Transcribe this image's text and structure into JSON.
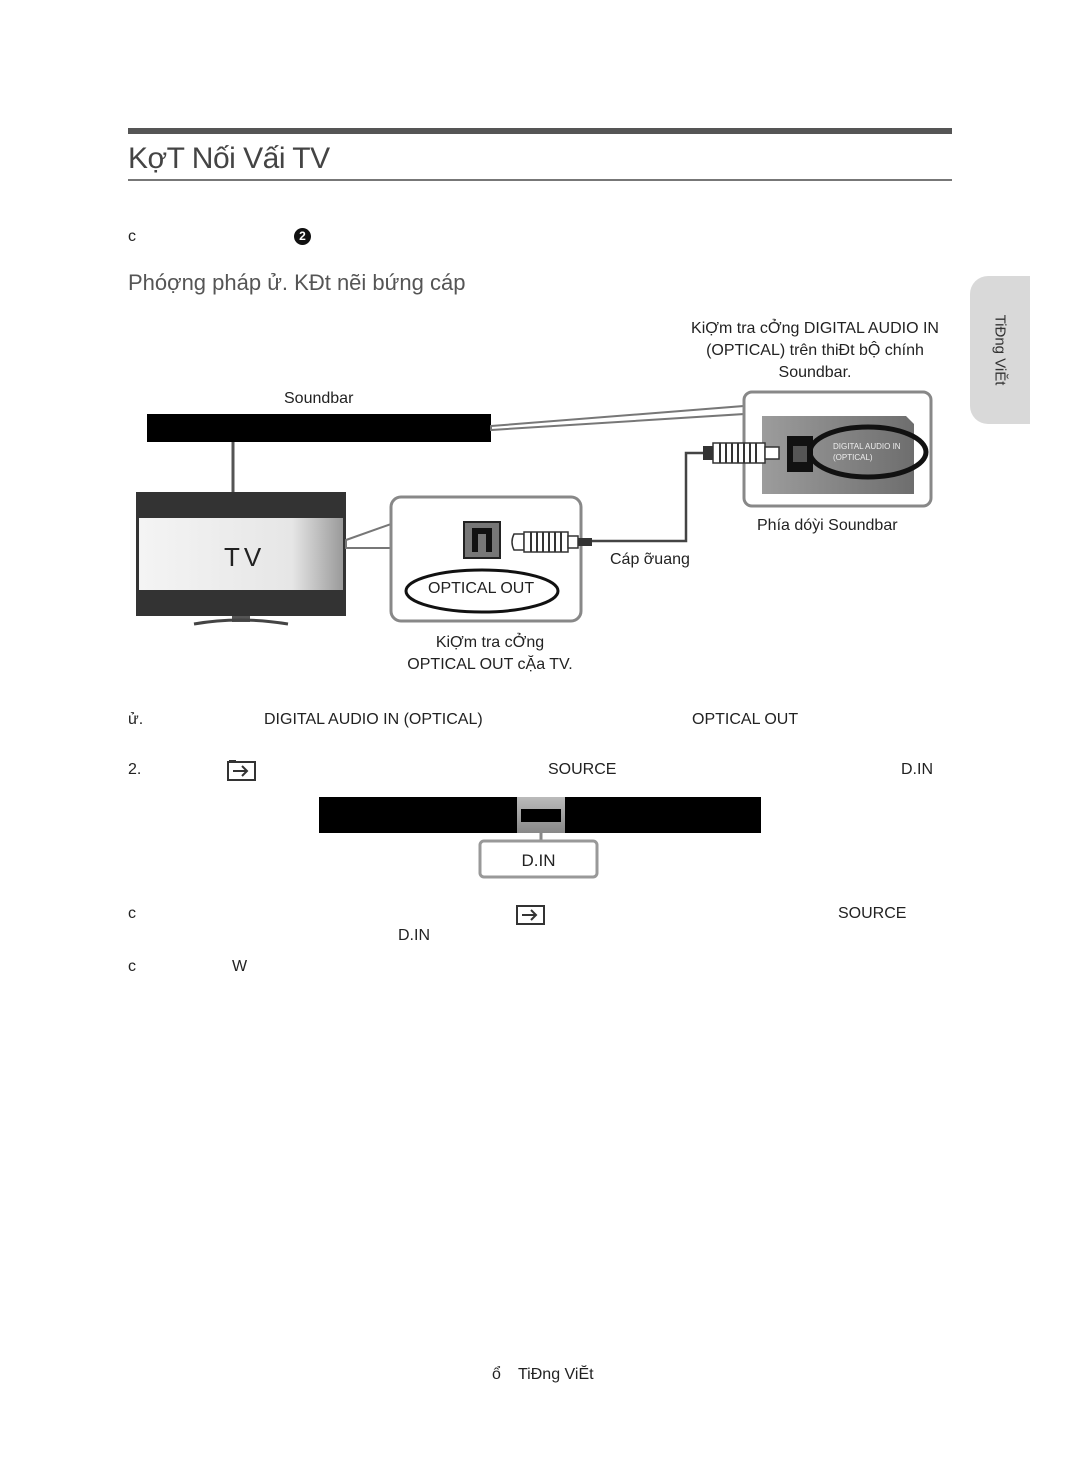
{
  "header": {
    "title": "KợT Nối Vấi TV",
    "note_marker": "c",
    "note_number": "2",
    "subtitle": "Phóợng pháp ử. KĐt nẽi bứng cáp"
  },
  "side_tab": {
    "label": "TiĐng ViĔt"
  },
  "diagram": {
    "check_port_label_line1": "KiỢm tra cỞng DIGITAL AUDIO IN",
    "check_port_label_line2": "(OPTICAL) trên thiĐt bỘ chính",
    "check_port_label_line3": "Soundbar.",
    "soundbar_label": "Soundbar",
    "port_print_line1": "DIGITAL AUDIO IN",
    "port_print_line2": "(OPTICAL)",
    "bottom_side_label": "Phía dóỳi Soundbar",
    "cable_label": "Cáp ỡuang",
    "tv_label": "TV",
    "optical_out_label": "OPTICAL OUT",
    "tv_check_line1": "KiỢm tra cỞng",
    "tv_check_line2": "OPTICAL OUT cẶa TV."
  },
  "steps": {
    "step1_number": "ử.",
    "step1_port_in": "DIGITAL AUDIO IN (OPTICAL)",
    "step1_port_out": "OPTICAL OUT",
    "step2_number": "2.",
    "step2_source": "SOURCE",
    "step2_mode": "D.IN",
    "display_callout": "D.IN"
  },
  "notes": {
    "note1_marker": "c",
    "note1_source": "SOURCE",
    "note1_mode": "D.IN",
    "note2_marker": "c",
    "note2_letter": "W"
  },
  "footer": {
    "page_marker": "ổ",
    "language": "TiĐng ViĔt"
  }
}
